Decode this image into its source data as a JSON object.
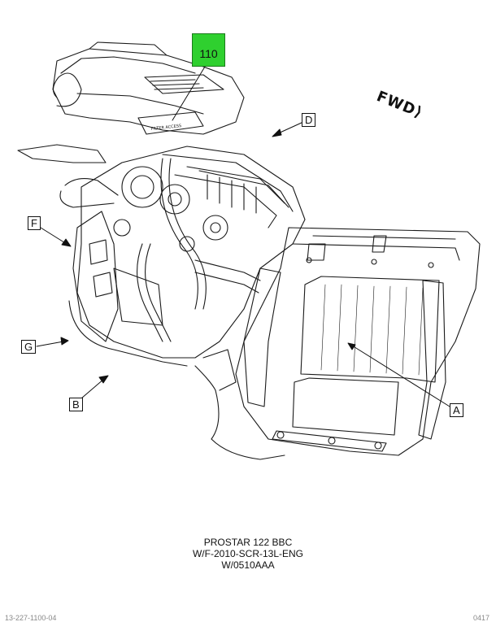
{
  "hotspot": {
    "label": "110",
    "color": "#2fd02f"
  },
  "direction_label": "FWD",
  "callouts": {
    "a": "A",
    "b": "B",
    "d": "D",
    "f": "F",
    "g": "G"
  },
  "caption": {
    "line1": "PROSTAR 122 BBC",
    "line2": "W/F-2010-SCR-13L-ENG",
    "line3": "W/0510AAA"
  },
  "footer": {
    "left": "13-227-1100-04",
    "right": "0417"
  }
}
